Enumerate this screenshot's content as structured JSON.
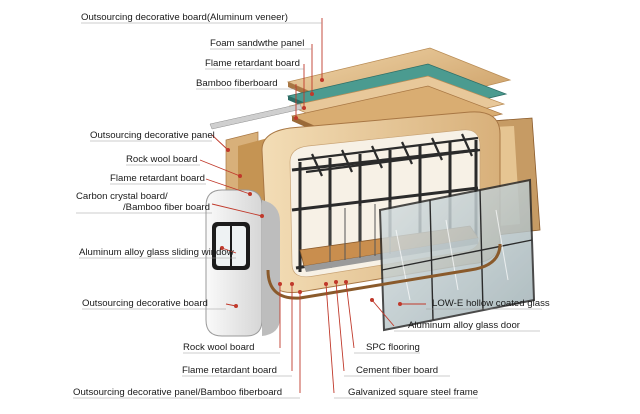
{
  "labels": {
    "outsourcing_board_veneer": "Outsourcing decorative board(Aluminum veneer)",
    "foam_sandwich_panel": "Foam sandwthe panel",
    "flame_retardant_top": "Flame retardant board",
    "bamboo_fiberboard": "Bamboo fiberboard",
    "outsourcing_panel_left": "Outsourcing decorative panel",
    "rock_wool_left": "Rock wool board",
    "flame_retardant_left": "Flame retardant board",
    "carbon_crystal_line1": "Carbon crystal board/",
    "carbon_crystal_line2": "/Bamboo fiber board",
    "sliding_window": "Aluminum alloy glass sliding window",
    "outsourcing_board_bottom": "Outsourcing decorative board",
    "rock_wool_bottom": "Rock wool board",
    "flame_retardant_bottom": "Flame retardant board",
    "panel_bamboo_bottom": "Outsourcing decorative panel/Bamboo fiberboard",
    "low_e_glass": "LOW-E hollow coated glass",
    "glass_door": "Aluminum alloy glass door",
    "spc_flooring": "SPC flooring",
    "cement_fiber": "Cement fiber board",
    "steel_frame": "Galvanized square steel frame"
  },
  "colors": {
    "leader_line": "#c0392b",
    "wood_light": "#e6c79a",
    "wood_mid": "#c99a5f",
    "wood_dark": "#8a5a2b",
    "teal_layer": "#3f8f86",
    "steel": "#2b2b2b",
    "glass": "#bfc9cc",
    "panel_white": "#ececec"
  }
}
